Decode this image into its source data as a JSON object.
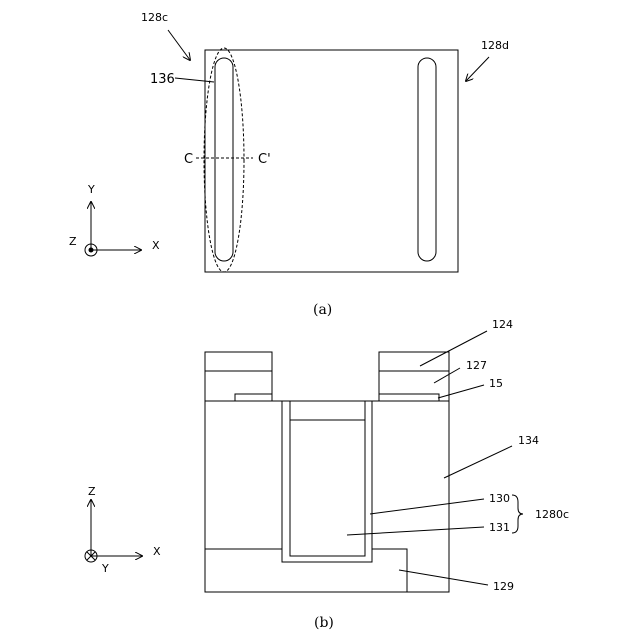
{
  "figure_a": {
    "caption": "(a)",
    "label_128c": "128c",
    "label_128d": "128d",
    "label_136": "136",
    "label_c": "C",
    "label_c_prime": "C'",
    "axis_x": "X",
    "axis_y": "Y",
    "axis_z": "Z"
  },
  "figure_b": {
    "caption": "(b)",
    "label_124": "124",
    "label_127": "127",
    "label_15": "15",
    "label_134": "134",
    "label_130": "130",
    "label_131": "131",
    "label_1280c": "1280c",
    "label_129": "129",
    "axis_x": "X",
    "axis_y": "Y",
    "axis_z": "Z"
  }
}
